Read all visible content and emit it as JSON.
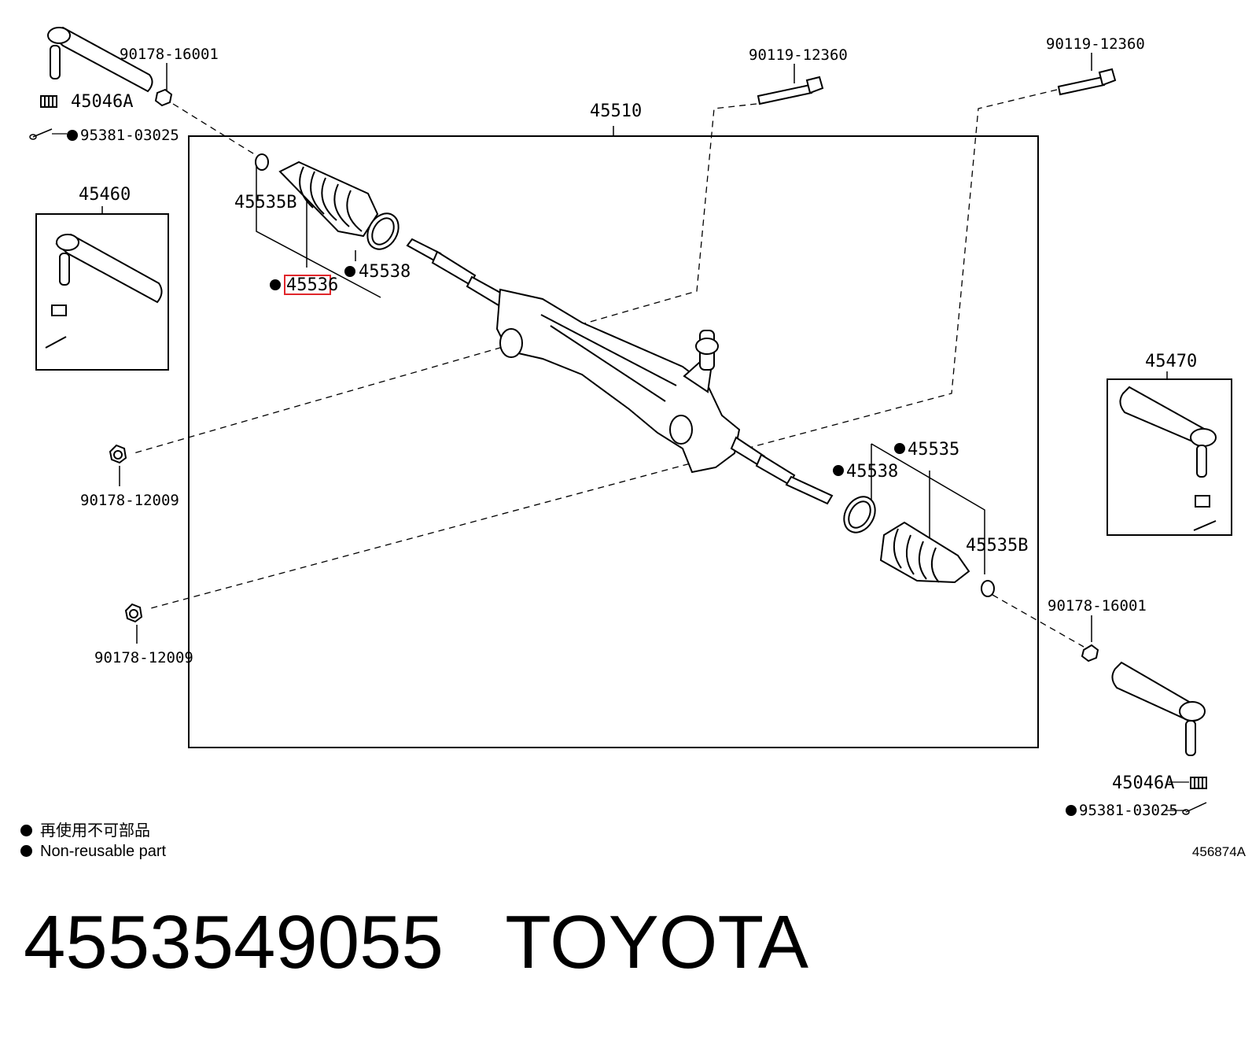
{
  "labels": {
    "rack_assembly": "45510",
    "end_left_detail": "45460",
    "end_right_detail": "45470",
    "bolt_top_left": "90119-12360",
    "bolt_top_right": "90119-12360",
    "nut_end_left": "90178-16001",
    "nut_end_right": "90178-16001",
    "castle_nut_left": "45046A",
    "castle_nut_right": "45046A",
    "cotter_pin_left": "95381-03025",
    "cotter_pin_right": "95381-03025",
    "clip_left": "45535B",
    "clip_right": "45535B",
    "boot_left": "45536",
    "boot_right": "45535",
    "clamp_left": "45538",
    "clamp_right": "45538",
    "mount_nut_upper": "90178-12009",
    "mount_nut_lower": "90178-12009"
  },
  "legend": {
    "chinese": "再使用不可部品",
    "english": "Non-reusable part"
  },
  "figure_code": "456874A",
  "caption": {
    "part_number": "4553549055",
    "brand": "TOYOTA"
  },
  "colors": {
    "line": "#000000",
    "highlight": "#e0262b"
  }
}
